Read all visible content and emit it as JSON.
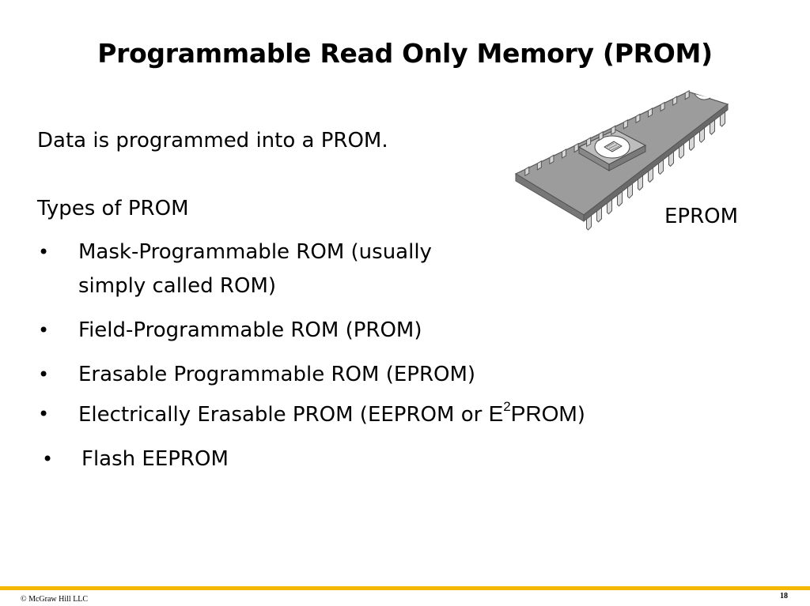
{
  "slide": {
    "title": "Programmable Read Only Memory (PROM)",
    "intro": "Data is programmed into a PROM.",
    "types_heading": "Types of PROM",
    "bullet_char": "•",
    "bullets": [
      {
        "lines": [
          "Mask-Programmable ROM (usually",
          "simply called ROM)"
        ]
      },
      {
        "text": "Field-Programmable ROM (PROM)"
      },
      {
        "text": "Erasable Programmable ROM (EPROM)"
      },
      {
        "text_prefix": "Electrically Erasable PROM (EEPROM or ",
        "e2_base": "E",
        "e2_sup": "2",
        "e2_rest": "PROM",
        "text_suffix": ")"
      },
      {
        "text": "Flash EEPROM"
      }
    ]
  },
  "figure": {
    "caption": "EPROM",
    "icon": "eprom-chip-icon"
  },
  "footer": {
    "copyright": "© McGraw Hill LLC",
    "page_number": "18",
    "accent_color": "#f5b800"
  }
}
